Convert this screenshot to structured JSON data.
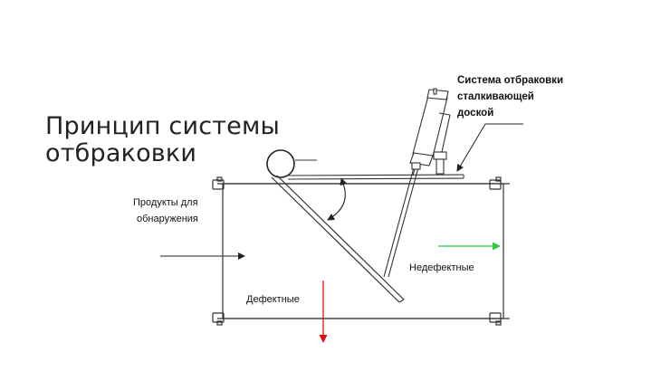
{
  "title": {
    "line1": "Принцип системы",
    "line2": "отбраковки"
  },
  "labels": {
    "reject_system_1": "Система отбраковки",
    "reject_system_2": "сталкивающей",
    "reject_system_3": "доской",
    "products_1": "Продукты для",
    "products_2": "обнаружения",
    "non_defective": "Недефектные",
    "defective": "Дефектные"
  },
  "colors": {
    "line": "#333333",
    "good_arrow": "#2ecc40",
    "bad_arrow": "#e01010",
    "title": "#222222"
  },
  "icons": {
    "input_arrow": "arrow-right-icon",
    "good_arrow": "green-arrow-right-icon",
    "bad_arrow": "red-arrow-down-icon",
    "angle": "curved-double-arrow-icon"
  }
}
